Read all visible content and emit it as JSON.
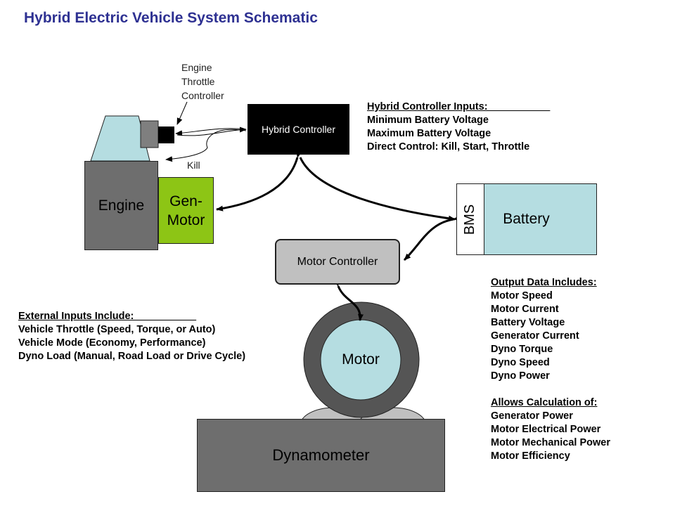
{
  "title": "Hybrid Electric Vehicle System Schematic",
  "components": {
    "engine": "Engine",
    "gen_motor_line1": "Gen-",
    "gen_motor_line2": "Motor",
    "hybrid_controller": "Hybrid Controller",
    "bms": "BMS",
    "battery": "Battery",
    "motor_controller": "Motor Controller",
    "motor": "Motor",
    "dynamometer": "Dynamometer"
  },
  "labels": {
    "throttle_controller": [
      "Engine",
      "Throttle",
      "Controller"
    ],
    "kill": "Kill"
  },
  "hybrid_inputs": {
    "heading": "Hybrid Controller Inputs:___________",
    "items": [
      "Minimum Battery Voltage",
      "Maximum Battery Voltage",
      "Direct Control: Kill, Start, Throttle"
    ]
  },
  "external_inputs": {
    "heading": "External Inputs Include:___________",
    "items": [
      "Vehicle Throttle (Speed, Torque, or Auto)",
      "Vehicle Mode (Economy, Performance)",
      "Dyno Load (Manual, Road Load or Drive Cycle)"
    ]
  },
  "output_data": {
    "heading": "Output Data Includes:",
    "items": [
      "Motor Speed",
      "Motor Current",
      "Battery Voltage",
      "Generator Current",
      "Dyno Torque",
      "Dyno Speed",
      "Dyno Power"
    ]
  },
  "calculations": {
    "heading": "Allows Calculation of:",
    "items": [
      "Generator Power",
      "Motor Electrical Power",
      "Motor Mechanical Power",
      "Motor Efficiency"
    ]
  },
  "colors": {
    "title": "#2e3192",
    "engine": "#6e6e6e",
    "gen_motor": "#8dc515",
    "battery": "#b5dde1",
    "motor": "#b5dde1",
    "hybrid_controller": "#000000",
    "motor_controller": "#c0c0c0"
  }
}
